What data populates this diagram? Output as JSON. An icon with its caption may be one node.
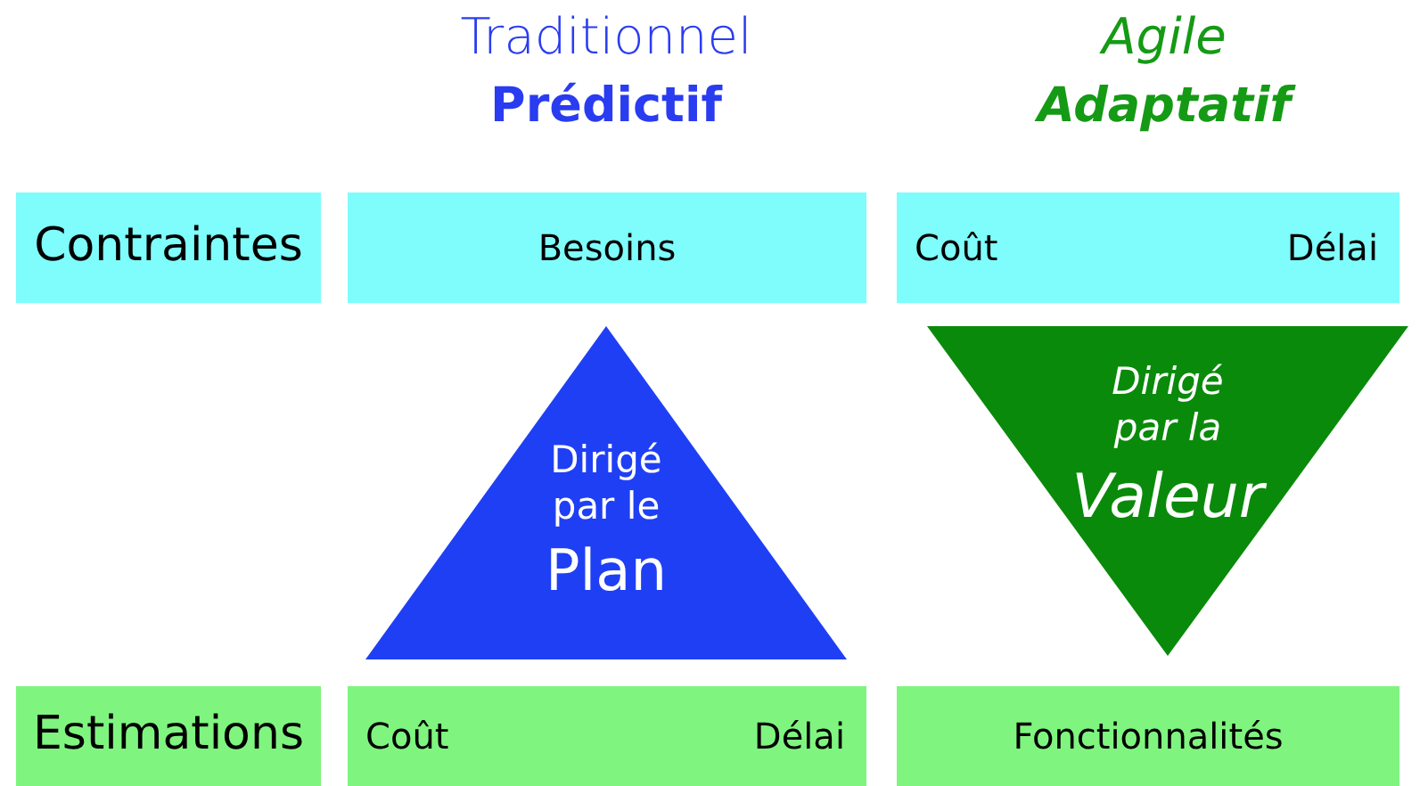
{
  "diagram": {
    "nodes": [
      {
        "text": [
          "Contraintes"
        ]
      },
      {
        "text": [
          "Besoins"
        ]
      },
      {
        "text": [
          "Coût",
          "Délai"
        ]
      },
      {
        "text": [
          "Dirigé par le",
          "Plan"
        ]
      },
      {
        "text": [
          "Dirigé par la",
          "Valeur"
        ]
      },
      {
        "text": [
          "Estimations"
        ]
      },
      {
        "text": [
          "Coût",
          "Délai"
        ]
      },
      {
        "text": [
          "Fonctionnalités"
        ]
      }
    ],
    "labels": [
      "Traditionnel",
      "Prédictif",
      "Agile",
      "Adaptatif"
    ]
  }
}
